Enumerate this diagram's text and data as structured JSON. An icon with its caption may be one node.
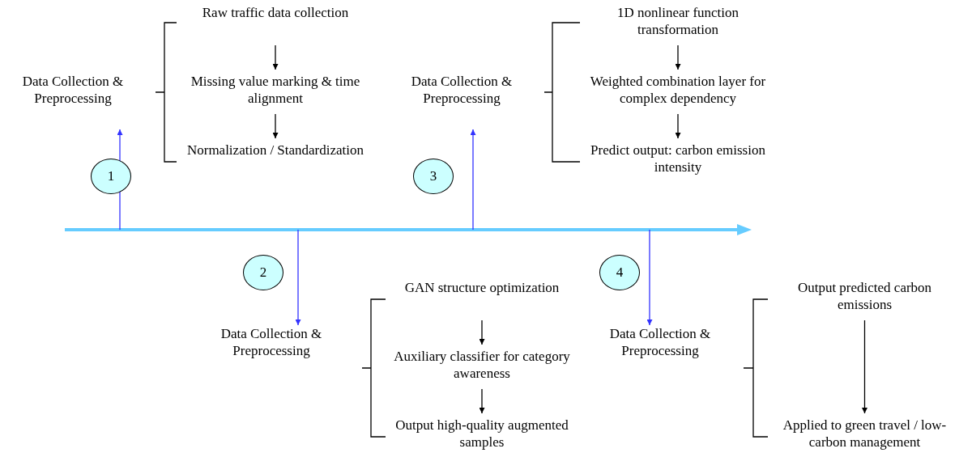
{
  "diagram": {
    "nodes": [
      {
        "text": [
          "1"
        ]
      },
      {
        "text": [
          "Data Collection & Preprocessing"
        ]
      },
      {
        "text": [
          "Raw traffic data collection"
        ]
      },
      {
        "text": [
          "Missing value marking & time alignment"
        ]
      },
      {
        "text": [
          "Normalization / Standardization"
        ]
      },
      {
        "text": [
          "3"
        ]
      },
      {
        "text": [
          "Data Collection & Preprocessing"
        ]
      },
      {
        "text": [
          "1D nonlinear function transformation"
        ]
      },
      {
        "text": [
          "Weighted combination layer for complex dependency"
        ]
      },
      {
        "text": [
          "Predict output: carbon emission intensity"
        ]
      },
      {
        "text": [
          "2"
        ]
      },
      {
        "text": [
          "Data Collection & Preprocessing"
        ]
      },
      {
        "text": [
          "GAN structure optimization"
        ]
      },
      {
        "text": [
          "Auxiliary classifier for category awareness"
        ]
      },
      {
        "text": [
          "Output high-quality augmented samples"
        ]
      },
      {
        "text": [
          "4"
        ]
      },
      {
        "text": [
          "Data Collection & Preprocessing"
        ]
      },
      {
        "text": [
          "Output predicted carbon emissions"
        ]
      },
      {
        "text": [
          "Applied to green travel / low-carbon management"
        ]
      }
    ],
    "edges": [
      {
        "from": null,
        "to": 1,
        "arrow": "to",
        "color": "#3333ff"
      },
      {
        "from": 2,
        "to": 3,
        "arrow": "to"
      },
      {
        "from": 3,
        "to": 4,
        "arrow": "to"
      },
      {
        "from": null,
        "to": 6,
        "arrow": "to",
        "color": "#3333ff"
      },
      {
        "from": 7,
        "to": 8,
        "arrow": "to"
      },
      {
        "from": 8,
        "to": 9,
        "arrow": "to"
      },
      {
        "from": null,
        "to": 11,
        "arrow": "to",
        "color": "#3333ff"
      },
      {
        "from": 12,
        "to": 13,
        "arrow": "to"
      },
      {
        "from": 13,
        "to": 14,
        "arrow": "to"
      },
      {
        "from": null,
        "to": 16,
        "arrow": "to",
        "color": "#3333ff"
      },
      {
        "from": 17,
        "to": 18,
        "arrow": "to"
      }
    ]
  }
}
